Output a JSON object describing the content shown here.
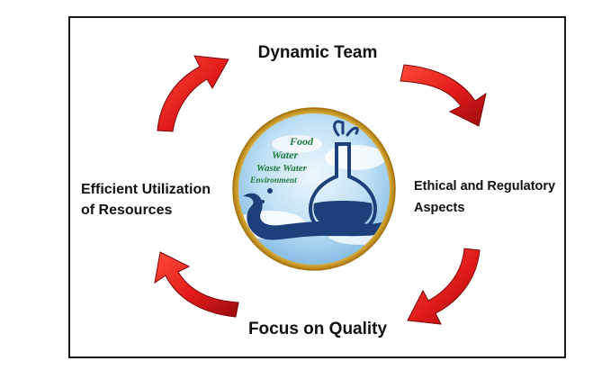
{
  "diagram": {
    "top": "Dynamic Team",
    "right_line1": "Ethical and Regulatory",
    "right_line2": "Aspects",
    "bottom": "Focus on Quality",
    "left_line1": "Efficient Utilization",
    "left_line2": "of Resources"
  },
  "logo": {
    "line1": "Food",
    "line2": "Water",
    "line3": "Waste Water",
    "line4": "Environment"
  },
  "colors": {
    "arrow_red": "#e01a1a",
    "arrow_dark": "#8c0a0a",
    "ring_gold": "#d9a21b",
    "logo_text": "#1f7a3a",
    "flask_blue": "#1d3f7a",
    "sky": "#a9d3ef"
  },
  "icons": [
    "curved-arrow-icon",
    "flask-icon",
    "water-splash-icon"
  ]
}
